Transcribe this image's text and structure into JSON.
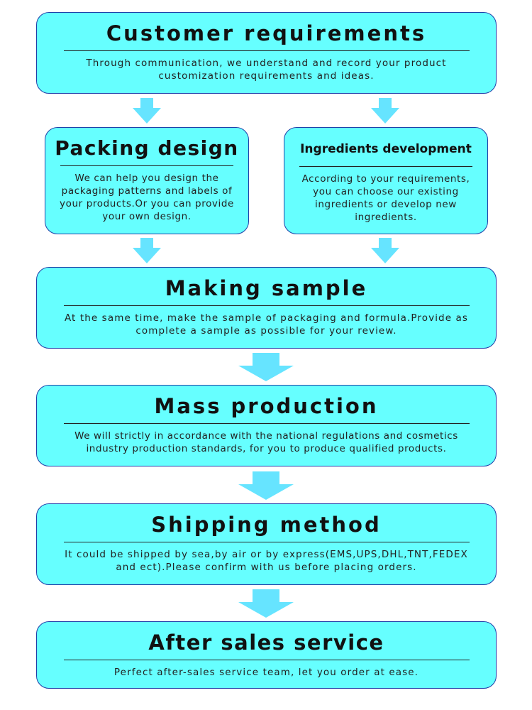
{
  "steps": {
    "customer": {
      "title": "Customer requirements",
      "desc": "Through communication, we understand and record your product customization requirements and ideas."
    },
    "packing": {
      "title": "Packing design",
      "desc": "We can help you design the packaging patterns and labels of your products.Or you can provide your own design."
    },
    "ingredients": {
      "title": "Ingredients development",
      "desc": "According to your requirements, you can choose our existing ingredients or develop new ingredients."
    },
    "sample": {
      "title": "Making sample",
      "desc": "At the same time, make the sample of packaging and formula.Provide as complete a sample as possible for your review."
    },
    "mass": {
      "title": "Mass production",
      "desc": "We will strictly in accordance with the national regulations and cosmetics industry production standards, for you to produce qualified products."
    },
    "shipping": {
      "title": "Shipping method",
      "desc": "It could be shipped by sea,by air or by express(EMS,UPS,DHL,TNT,FEDEX and ect).Please confirm with us before placing orders."
    },
    "after": {
      "title": "After sales service",
      "desc": "Perfect after-sales service team, let you order at ease."
    }
  },
  "colors": {
    "box_fill": "#66ffff",
    "box_border": "#1f3fa8",
    "arrow": "#66e4ff"
  }
}
